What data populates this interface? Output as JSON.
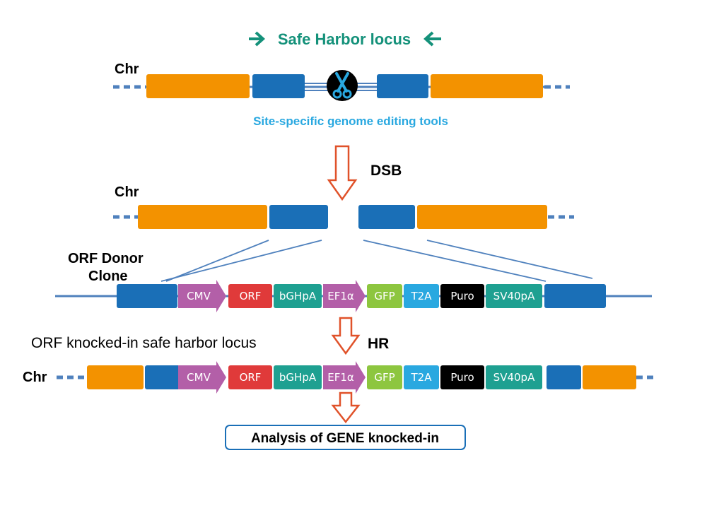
{
  "title": "Safe Harbor locus",
  "chr_label": "Chr",
  "tool_caption": "Site-specific genome editing tools",
  "dsb_label": "DSB",
  "donor_label": [
    "ORF Donor",
    "Clone"
  ],
  "knockin_caption": "ORF knocked-in safe harbor locus",
  "hr_label": "HR",
  "analysis_label": "Analysis of GENE knocked-in",
  "cassette": [
    "CMV",
    "ORF",
    "bGHpA",
    "EF1α",
    "GFP",
    "T2A",
    "Puro",
    "SV40pA"
  ],
  "icons": {
    "scissors": "scissors-icon",
    "arrows": [
      "right-arrow-icon",
      "left-arrow-icon",
      "down-arrow-icon"
    ]
  },
  "colors": {
    "orange_exon": "#F39200",
    "blue_homology": "#1A6FB7",
    "chromosome_line": "#4F81BD",
    "title_teal": "#14917A",
    "tool_blue": "#29A8E0",
    "arrow_outline": "#E0522A",
    "CMV": "#B35FA8",
    "ORF": "#E03A3A",
    "bGHpA": "#1EA091",
    "EF1α": "#B35FA8",
    "GFP": "#8DC63F",
    "T2A": "#29A8E0",
    "Puro": "#000000",
    "SV40pA": "#1EA091"
  }
}
